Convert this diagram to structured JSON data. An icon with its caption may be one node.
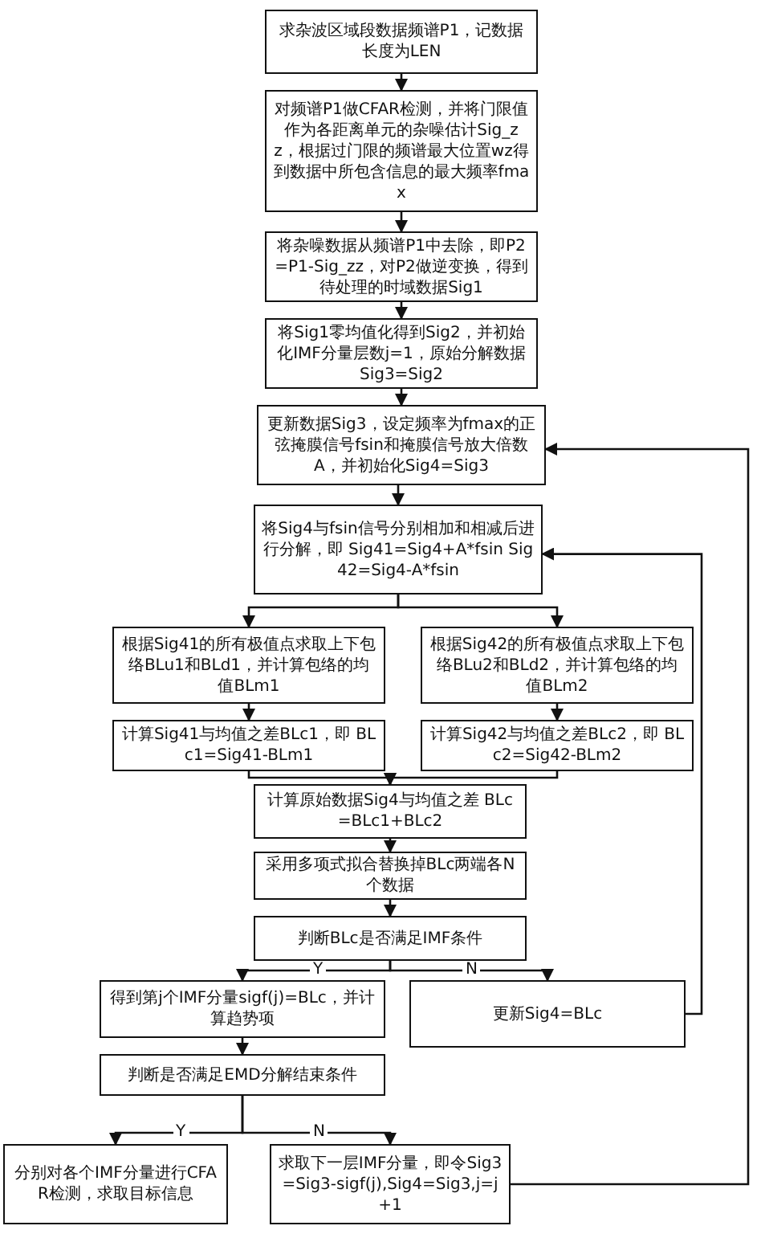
{
  "diagram": {
    "nodes": [
      {
        "text": [
          "求杂波区域段数据频谱P1，记数据长度为LEN"
        ]
      },
      {
        "text": [
          "对频谱P1做CFAR检测，并将门限值作为各距离单元的杂噪估计Sig_zz，根据过门限的频谱最大位置wz得到数据中所包含信息的最大频率fmax"
        ]
      },
      {
        "text": [
          "将杂噪数据从频谱P1中去除，即P2=P1-Sig_zz，对P2做逆变换，得到待处理的时域数据Sig1"
        ]
      },
      {
        "text": [
          "将Sig1零均值化得到Sig2，并初始化IMF分量层数j=1，原始分解数据Sig3=Sig2"
        ]
      },
      {
        "text": [
          "更新数据Sig3，设定频率为fmax的正弦掩膜信号fsin和掩膜信号放大倍数A，并初始化Sig4=Sig3"
        ]
      },
      {
        "text": [
          "将Sig4与fsin信号分别相加和相减后进行分解，即 Sig41=Sig4+A*fsin Sig42=Sig4-A*fsin"
        ]
      },
      {
        "text": [
          "根据Sig41的所有极值点求取上下包络BLu1和BLd1，并计算包络的均值BLm1"
        ]
      },
      {
        "text": [
          "根据Sig42的所有极值点求取上下包络BLu2和BLd2，并计算包络的均值BLm2"
        ]
      },
      {
        "text": [
          "计算Sig41与均值之差BLc1，即 BLc1=Sig41-BLm1"
        ]
      },
      {
        "text": [
          "计算Sig42与均值之差BLc2，即 BLc2=Sig42-BLm2"
        ]
      },
      {
        "text": [
          "计算原始数据Sig4与均值之差 BLc=BLc1+BLc2"
        ]
      },
      {
        "text": [
          "采用多项式拟合替换掉BLc两端各N个数据"
        ]
      },
      {
        "text": [
          "判断BLc是否满足IMF条件"
        ]
      },
      {
        "text": [
          "得到第j个IMF分量sigf(j)=BLc，并计算趋势项"
        ]
      },
      {
        "text": [
          "更新Sig4=BLc"
        ]
      },
      {
        "text": [
          "判断是否满足EMD分解结束条件"
        ]
      },
      {
        "text": [
          "分别对各个IMF分量进行CFAR检测，求取目标信息"
        ]
      },
      {
        "text": [
          "求取下一层IMF分量，即令Sig3=Sig3-sigf(j),Sig4=Sig3,j=j+1"
        ]
      }
    ],
    "edges": [
      {
        "from": 0,
        "to": 1,
        "arrow": "to"
      },
      {
        "from": 1,
        "to": 2,
        "arrow": "to"
      },
      {
        "from": 2,
        "to": 3,
        "arrow": "to"
      },
      {
        "from": 3,
        "to": 4,
        "arrow": "to"
      },
      {
        "from": 4,
        "to": 5,
        "arrow": "to"
      },
      {
        "from": 5,
        "to": 6,
        "arrow": "to"
      },
      {
        "from": 5,
        "to": 7,
        "arrow": "to"
      },
      {
        "from": 6,
        "to": 8,
        "arrow": "to"
      },
      {
        "from": 7,
        "to": 9,
        "arrow": "to"
      },
      {
        "from": 8,
        "to": 10,
        "arrow": "to"
      },
      {
        "from": 9,
        "to": 10,
        "arrow": "to"
      },
      {
        "from": 10,
        "to": 11,
        "arrow": "to"
      },
      {
        "from": 11,
        "to": 12,
        "arrow": "to"
      },
      {
        "from": 12,
        "to": 13,
        "arrow": "to",
        "label": "Y"
      },
      {
        "from": 12,
        "to": 14,
        "arrow": "to",
        "label": "N"
      },
      {
        "from": 14,
        "to": 5,
        "arrow": "to"
      },
      {
        "from": 13,
        "to": 15,
        "arrow": "to"
      },
      {
        "from": 15,
        "to": 16,
        "arrow": "to",
        "label": "Y"
      },
      {
        "from": 15,
        "to": 17,
        "arrow": "to",
        "label": "N"
      },
      {
        "from": 17,
        "to": 4,
        "arrow": "to"
      }
    ]
  }
}
